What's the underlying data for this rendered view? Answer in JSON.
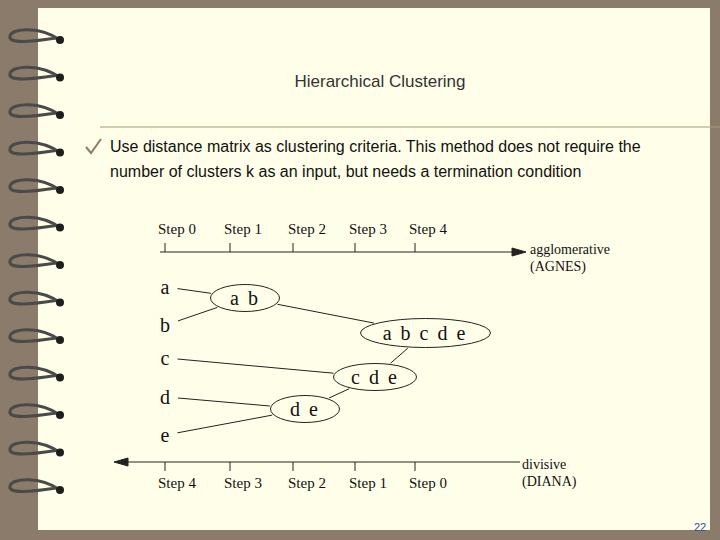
{
  "diagram": {
    "title": "Hierarchical Clustering",
    "nodes": [
      {
        "text": [
          "a"
        ]
      },
      {
        "text": [
          "a b"
        ]
      },
      {
        "text": [
          "b"
        ]
      },
      {
        "text": [
          "a b c d e"
        ]
      },
      {
        "text": [
          "c"
        ]
      },
      {
        "text": [
          "c d e"
        ]
      },
      {
        "text": [
          "d"
        ]
      },
      {
        "text": [
          "d e"
        ]
      },
      {
        "text": [
          "e"
        ]
      }
    ],
    "edges": [
      {
        "from": 0,
        "to": 1,
        "arrow": "none"
      },
      {
        "from": 2,
        "to": 1,
        "arrow": "none"
      },
      {
        "from": 6,
        "to": 7,
        "arrow": "none"
      },
      {
        "from": 8,
        "to": 7,
        "arrow": "none"
      },
      {
        "from": 4,
        "to": 5,
        "arrow": "none"
      },
      {
        "from": 7,
        "to": 5,
        "arrow": "none"
      },
      {
        "from": 1,
        "to": 3,
        "arrow": "none"
      },
      {
        "from": 5,
        "to": 3,
        "arrow": "none"
      }
    ],
    "labels": [
      "Use distance matrix as clustering criteria. This method does not require the number of clusters k as an input, but needs a termination condition",
      "Step 0",
      "Step 1",
      "Step 2",
      "Step 3",
      "Step 4",
      "agglomerative (AGNES)",
      "Step 4",
      "Step 3",
      "Step 2",
      "Step 1",
      "Step 0",
      "divisive (DIANA)",
      "22"
    ]
  }
}
